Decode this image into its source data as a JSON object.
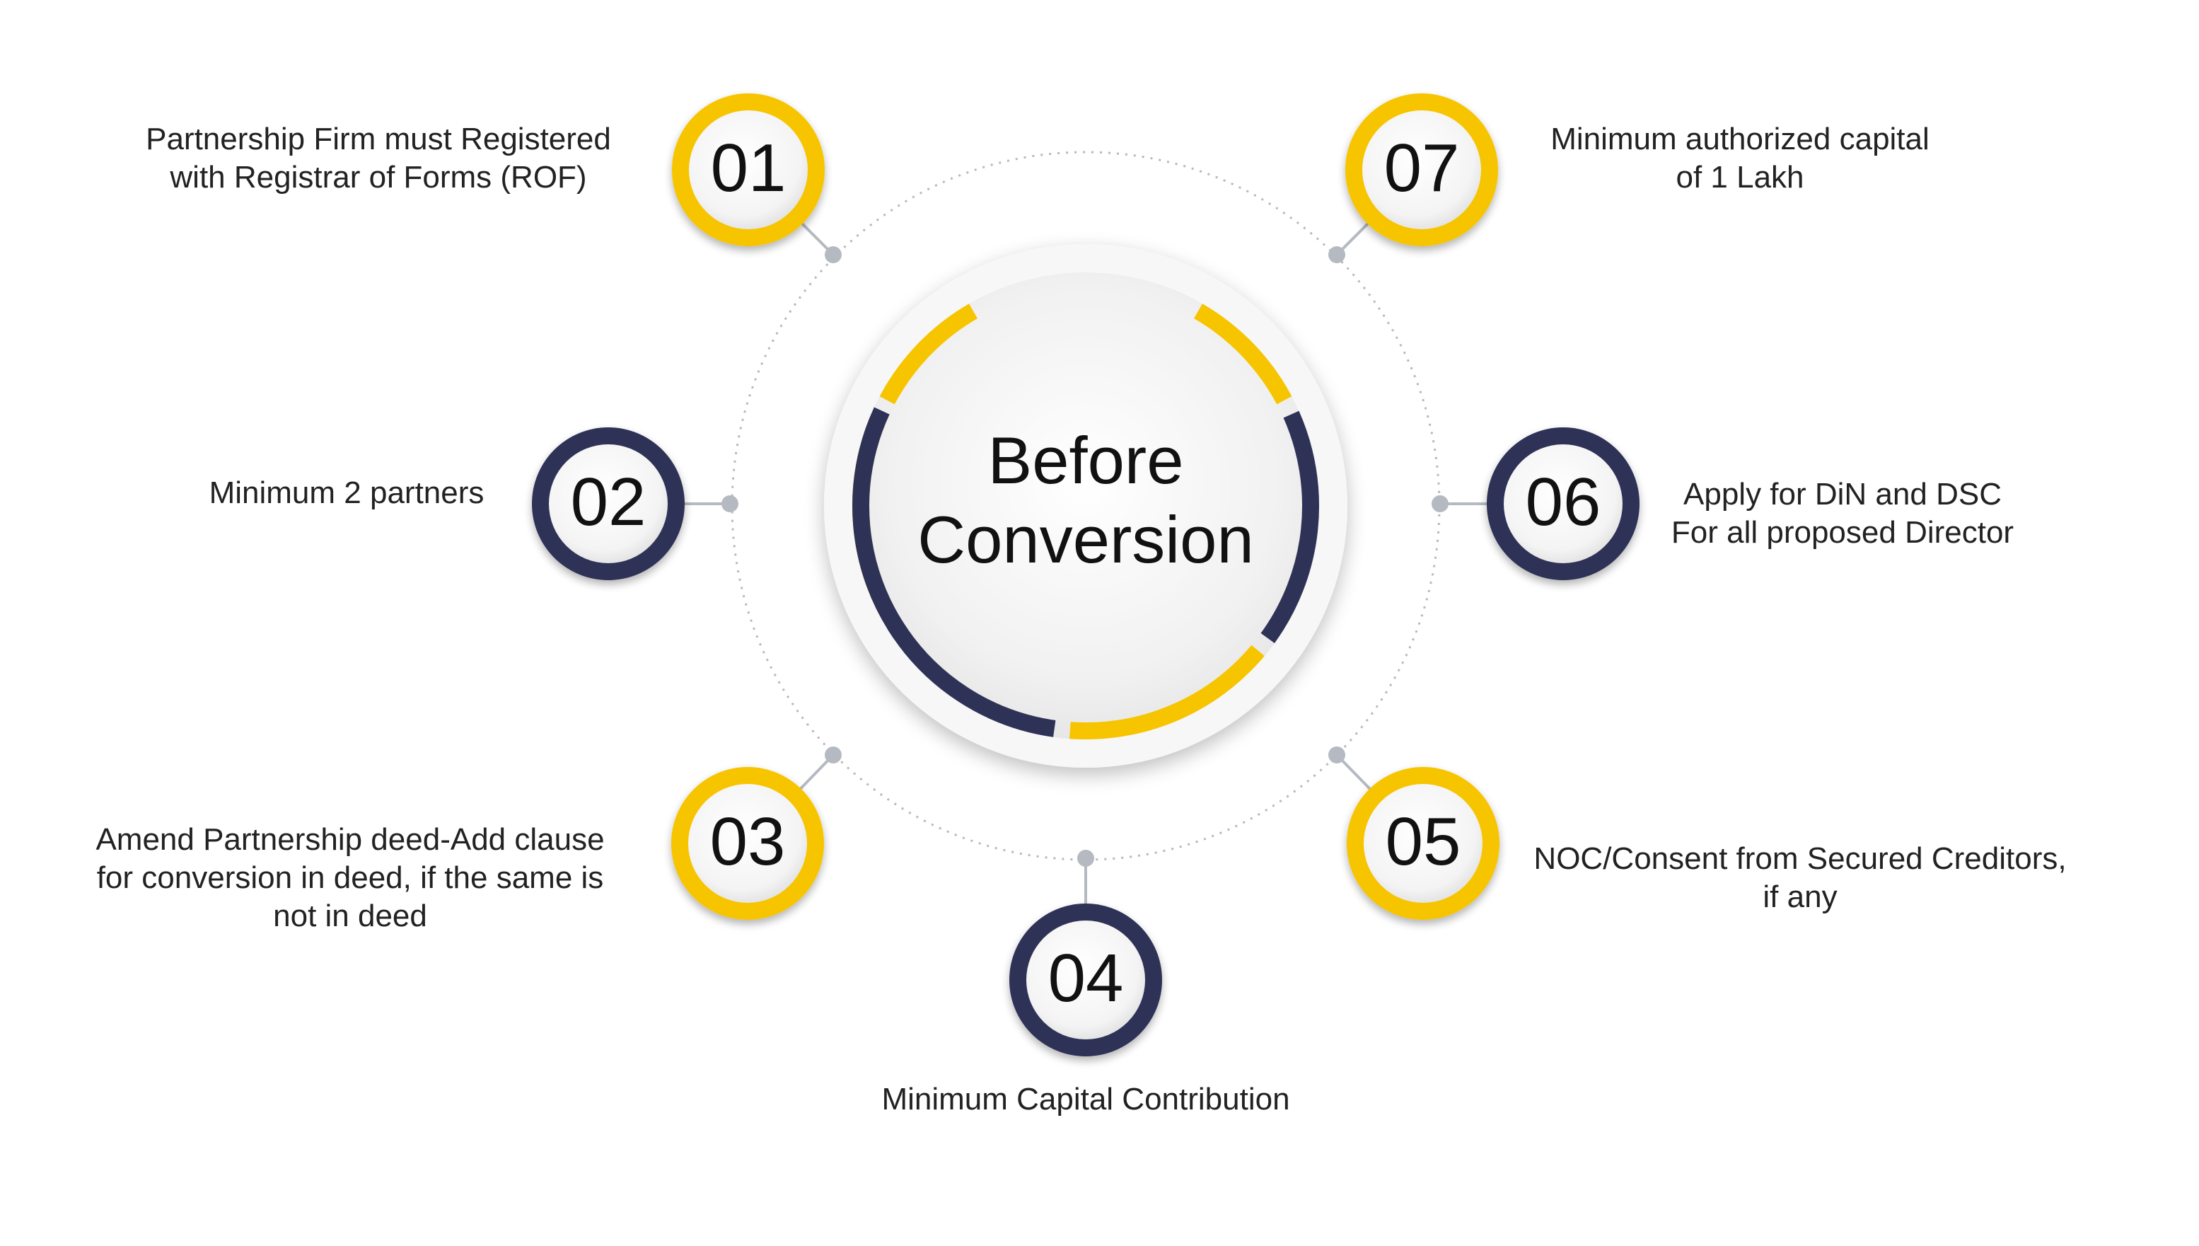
{
  "colors": {
    "yellow": "#F7C400",
    "navy": "#2E3256",
    "connector": "#B5BAC2",
    "text": "#222222"
  },
  "center": {
    "title": "Before\nConversion"
  },
  "steps": [
    {
      "number": "01",
      "color": "yellow",
      "text": "Partnership Firm must Registered\nwith Registrar of Forms (ROF)"
    },
    {
      "number": "02",
      "color": "navy",
      "text": "Minimum 2 partners"
    },
    {
      "number": "03",
      "color": "yellow",
      "text": "Amend Partnership deed-Add clause\nfor conversion in deed, if the same is\nnot in deed"
    },
    {
      "number": "04",
      "color": "navy",
      "text": "Minimum Capital Contribution"
    },
    {
      "number": "05",
      "color": "yellow",
      "text": "NOC/Consent from Secured Creditors,\nif any"
    },
    {
      "number": "06",
      "color": "navy",
      "text": "Apply for DiN and DSC\nFor all proposed Director"
    },
    {
      "number": "07",
      "color": "yellow",
      "text": "Minimum authorized capital\nof 1 Lakh"
    }
  ]
}
